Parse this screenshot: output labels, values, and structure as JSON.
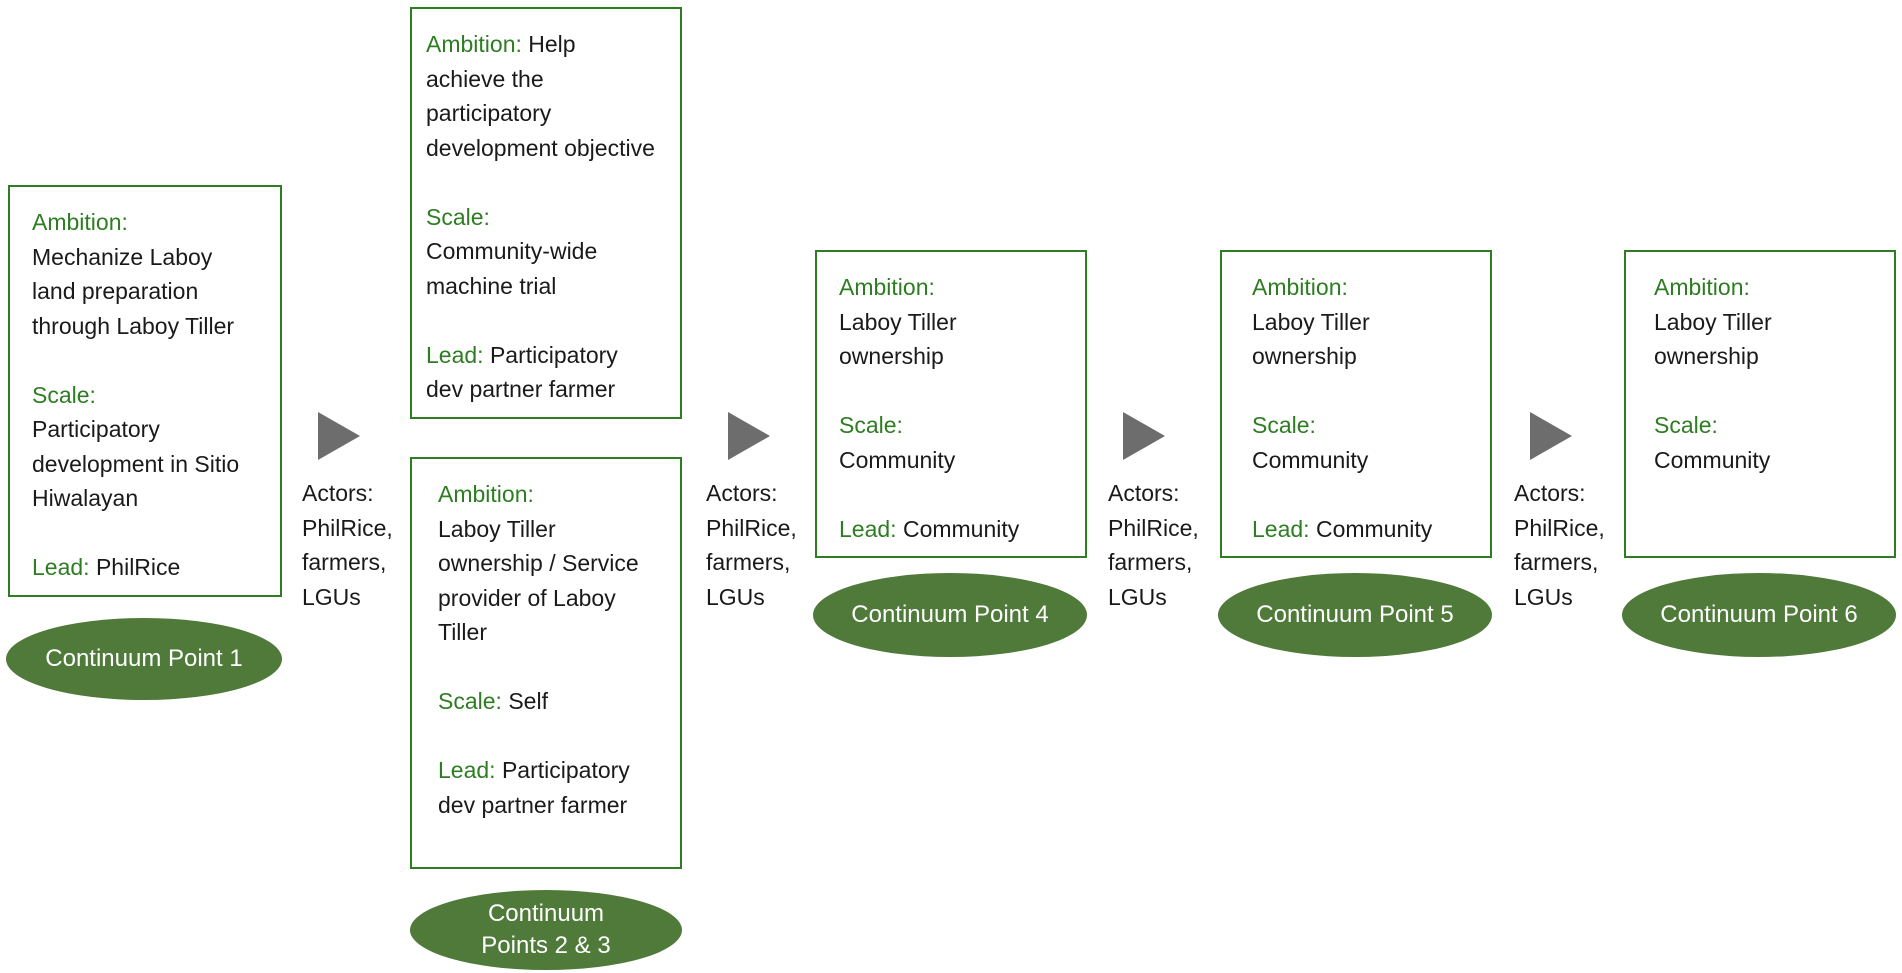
{
  "points": [
    {
      "id": "cp1",
      "label": "Continuum Point 1",
      "ambition_label": "Ambition:",
      "ambition": "Mechanize Laboy land preparation through Laboy Tiller",
      "scale_label": "Scale:",
      "scale": "Participatory development in Sitio Hiwalayan",
      "lead_label": "Lead:",
      "lead": "PhilRice"
    },
    {
      "id": "cp2_3_top",
      "ambition_label": "Ambition:",
      "ambition": "Help achieve the participatory development objective",
      "scale_label": "Scale:",
      "scale": "Community-wide machine trial",
      "lead_label": "Lead:",
      "lead": "Participatory dev partner farmer"
    },
    {
      "id": "cp2_3_bottom",
      "label": "Continuum Points 2 & 3",
      "ambition_label": "Ambition:",
      "ambition": "Laboy Tiller ownership / Service provider of Laboy Tiller",
      "scale_label": "Scale:",
      "scale": "Self",
      "lead_label": "Lead:",
      "lead": "Participatory dev partner farmer"
    },
    {
      "id": "cp4",
      "label": "Continuum Point 4",
      "ambition_label": "Ambition:",
      "ambition": "Laboy Tiller ownership",
      "scale_label": "Scale:",
      "scale": "Community",
      "lead_label": "Lead:",
      "lead": "Community"
    },
    {
      "id": "cp5",
      "label": "Continuum Point 5",
      "ambition_label": "Ambition:",
      "ambition": "Laboy Tiller ownership",
      "scale_label": "Scale:",
      "scale": "Community",
      "lead_label": "Lead:",
      "lead": "Community"
    },
    {
      "id": "cp6",
      "label": "Continuum Point 6",
      "ambition_label": "Ambition:",
      "ambition": "Laboy Tiller ownership",
      "scale_label": "Scale:",
      "scale": "Community"
    }
  ],
  "transitions": [
    {
      "actors_label": "Actors:",
      "actors": [
        "PhilRice,",
        "farmers,",
        "LGUs"
      ]
    },
    {
      "actors_label": "Actors:",
      "actors": [
        "PhilRice,",
        "farmers,",
        "LGUs"
      ]
    },
    {
      "actors_label": "Actors:",
      "actors": [
        "PhilRice,",
        "farmers,",
        "LGUs"
      ]
    },
    {
      "actors_label": "Actors:",
      "actors": [
        "PhilRice,",
        "farmers,",
        "LGUs"
      ]
    }
  ],
  "colors": {
    "box_border": "#2e7d22",
    "label_text": "#2e7d22",
    "oval_fill": "#4f7a3a",
    "arrow_fill": "#6d6d6d"
  }
}
